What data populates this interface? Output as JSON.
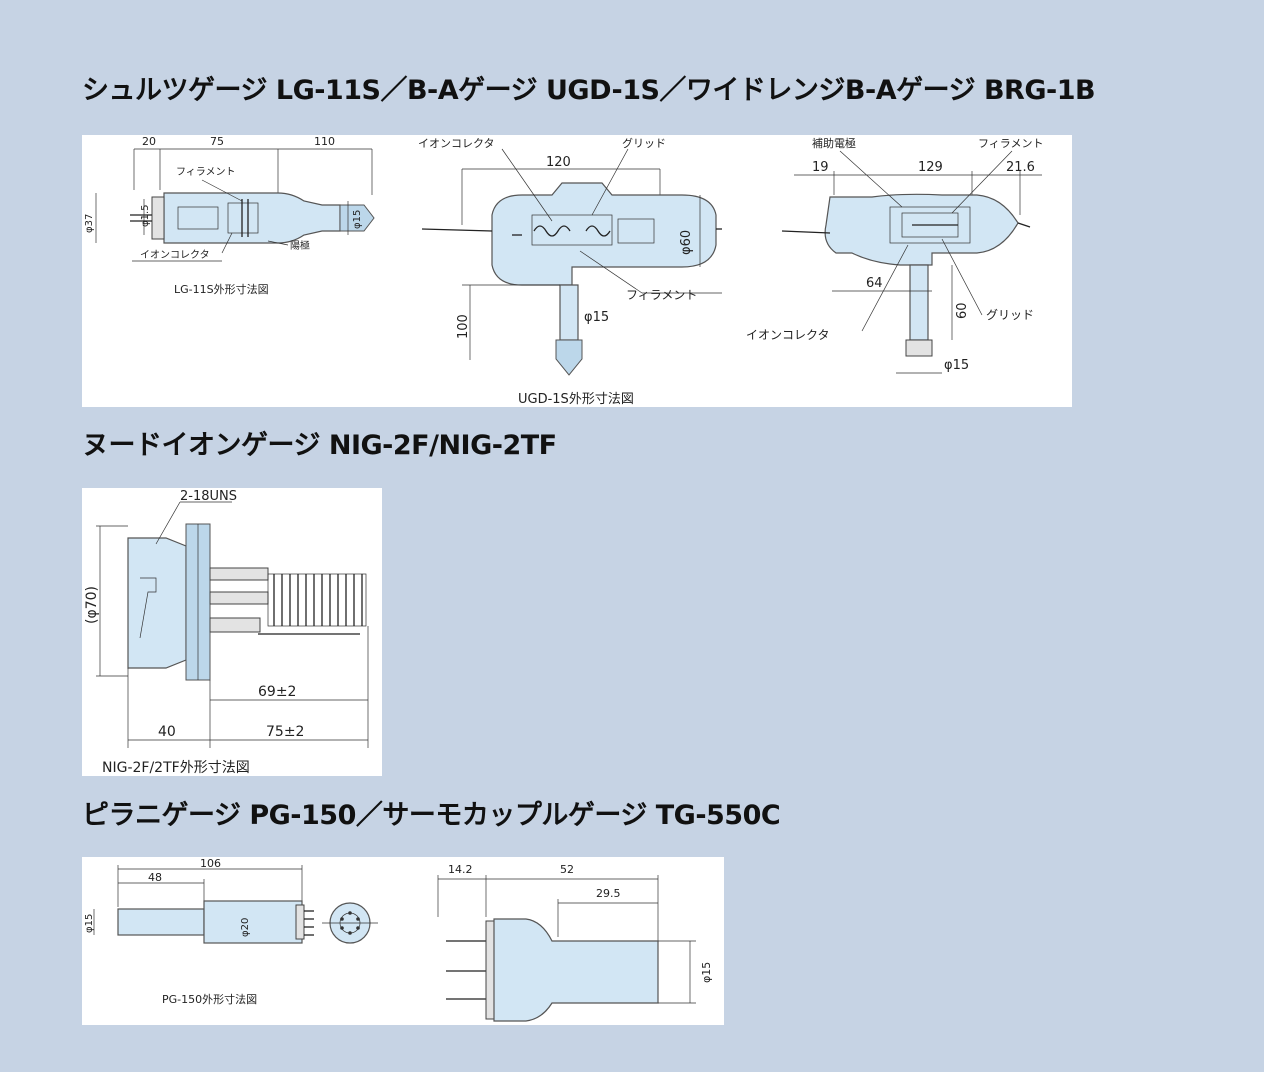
{
  "headings": {
    "h1": "シュルツゲージ LG-11S／B-Aゲージ UGD-1S／ワイドレンジB-Aゲージ BRG-1B",
    "h2": "ヌードイオンゲージ NIG-2F/NIG-2TF",
    "h3": "ピラニゲージ PG-150／サーモカップルゲージ TG-550C"
  },
  "lg11s": {
    "dim_20": "20",
    "dim_75": "75",
    "dim_110": "110",
    "label_filament": "フィラメント",
    "dim_phi15a": "φ1.5",
    "dim_phi37": "φ37",
    "dim_phi15b": "φ15",
    "label_anode": "陽極",
    "label_collector": "イオンコレクタ",
    "caption": "LG-11S外形寸法図"
  },
  "ugd1s": {
    "label_collector": "イオンコレクタ",
    "label_grid": "グリッド",
    "dim_120": "120",
    "dim_phi60": "φ60",
    "label_filament": "フィラメント",
    "dim_100": "100",
    "dim_phi15": "φ15",
    "caption": "UGD-1S外形寸法図"
  },
  "brg1b": {
    "label_aux": "補助電極",
    "label_filament": "フィラメント",
    "dim_19": "19",
    "dim_129": "129",
    "dim_21_6": "21.6",
    "dim_64": "64",
    "dim_60": "60",
    "label_grid": "グリッド",
    "label_collector": "イオンコレクタ",
    "dim_phi15": "φ15"
  },
  "nig2f": {
    "label_uns": "2-18UNS",
    "dim_phi70": "(φ70)",
    "dim_69": "69±2",
    "dim_40": "40",
    "dim_75": "75±2",
    "caption": "NIG-2F/2TF外形寸法図"
  },
  "pg150": {
    "dim_106": "106",
    "dim_48": "48",
    "dim_phi15": "φ15",
    "dim_phi20": "φ20",
    "caption": "PG-150外形寸法図"
  },
  "tg550c": {
    "dim_14_2": "14.2",
    "dim_52": "52",
    "dim_29_5": "29.5",
    "dim_phi15": "φ15"
  }
}
